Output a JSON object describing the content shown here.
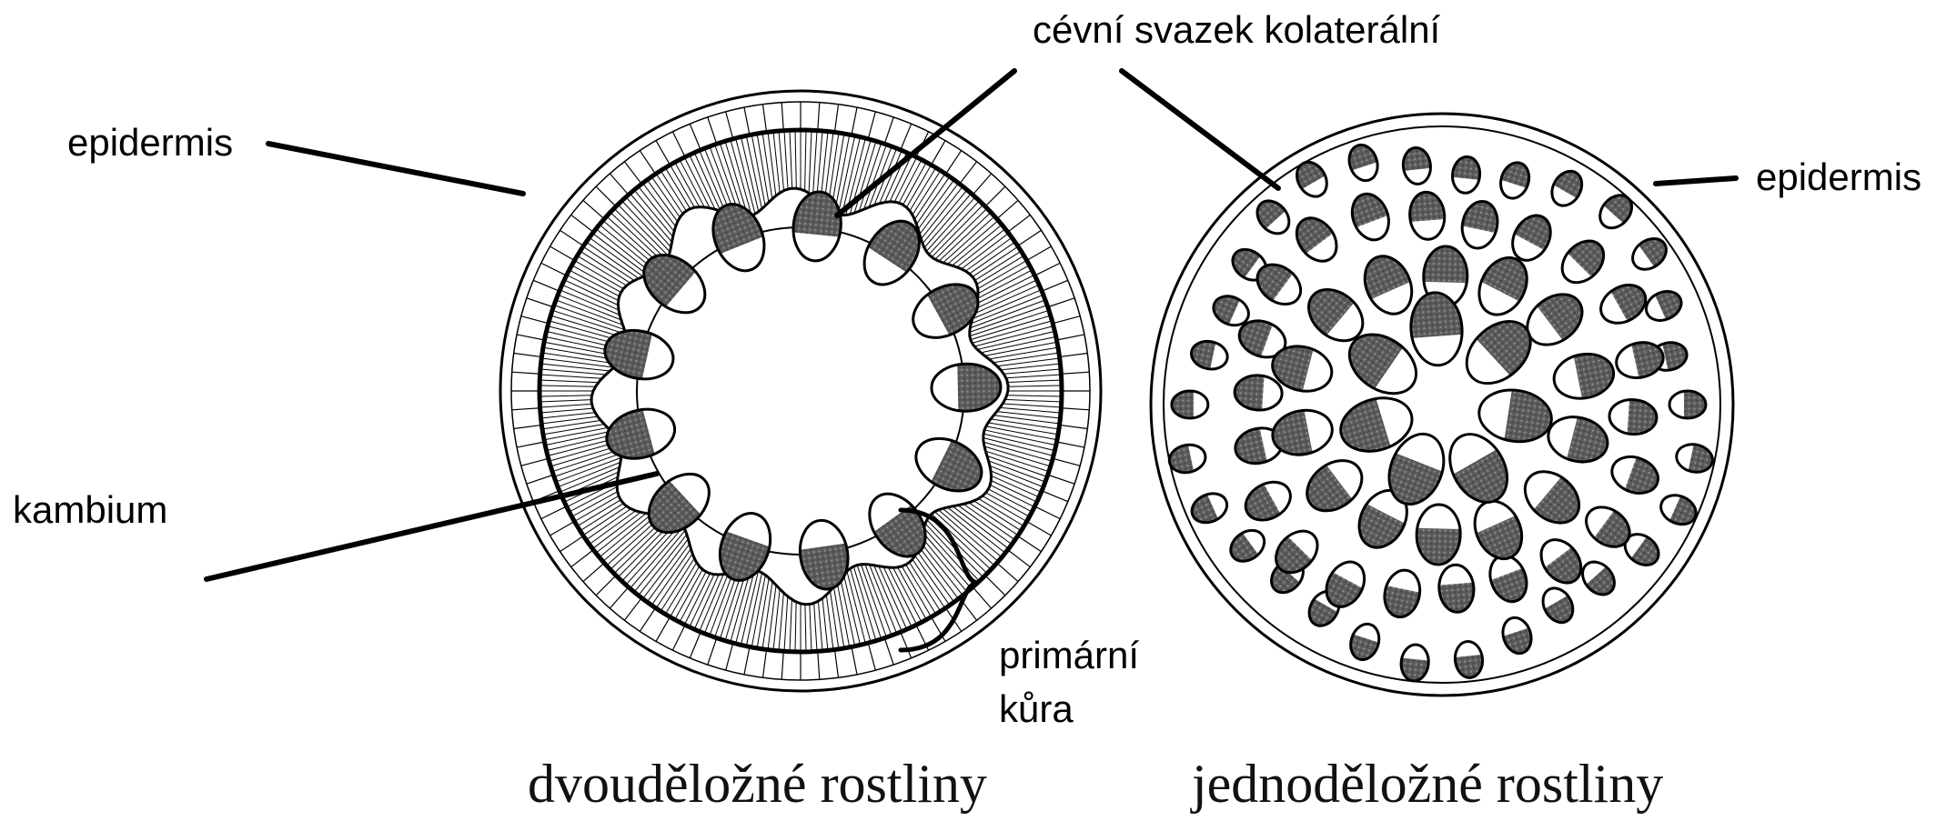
{
  "labels": {
    "cevni_svazek": "cévní svazek kolaterální",
    "epidermis_left": "epidermis",
    "epidermis_right": "epidermis",
    "kambium": "kambium",
    "primarni_kura_line1": "primární",
    "primarni_kura_line2": "kůra"
  },
  "captions": {
    "dicot": "dvouděložné rostliny",
    "monocot": "jednoděložné rostliny"
  },
  "colors": {
    "line": "#000000",
    "phloem_fill": "#6e6e6e",
    "background": "#ffffff"
  }
}
